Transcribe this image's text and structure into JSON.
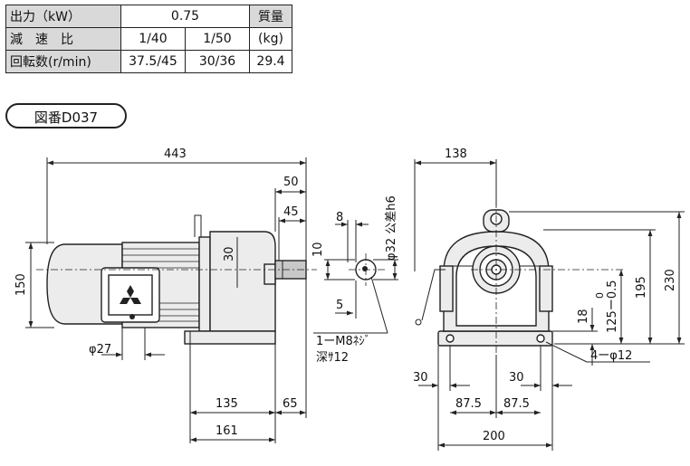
{
  "spec_table": {
    "row1": {
      "label": "出力（kW）",
      "value": "0.75",
      "mass_label": "質量"
    },
    "row2": {
      "label": "減　速　比",
      "ratio_a": "1/40",
      "ratio_b": "1/50",
      "mass_unit": "(kg)"
    },
    "row3": {
      "label": "回転数(r/min)",
      "speed_a": "37.5/45",
      "speed_b": "30/36",
      "mass_value": "29.4"
    }
  },
  "drawing_number": "図番D037",
  "dimensions": {
    "overall_length": "443",
    "shaft_50": "50",
    "shaft_45": "45",
    "height_150": "150",
    "offset_30": "30",
    "phi27": "φ27",
    "base_135": "135",
    "base_161": "161",
    "dim_65": "65",
    "key_8": "8",
    "key_10": "10",
    "key_5": "5",
    "shaft_phi": "φ32 公差h6",
    "tap_note_1": "1ーM8ﾈｼﾞ",
    "tap_note_2": "深ｻ12",
    "width_138": "138",
    "height_230": "230",
    "height_195": "195",
    "shaft_height": "125ー0.5",
    "shaft_height_tol": "0",
    "base_18": "18",
    "hole_note": "4ーφ12",
    "hole_30_left": "30",
    "hole_30_right": "30",
    "half_87_left": "87.5",
    "half_87_right": "87.5",
    "base_width": "200"
  },
  "colors": {
    "line": "#222222",
    "body_fill": "#ececec",
    "header_fill": "#d9d9d9"
  }
}
